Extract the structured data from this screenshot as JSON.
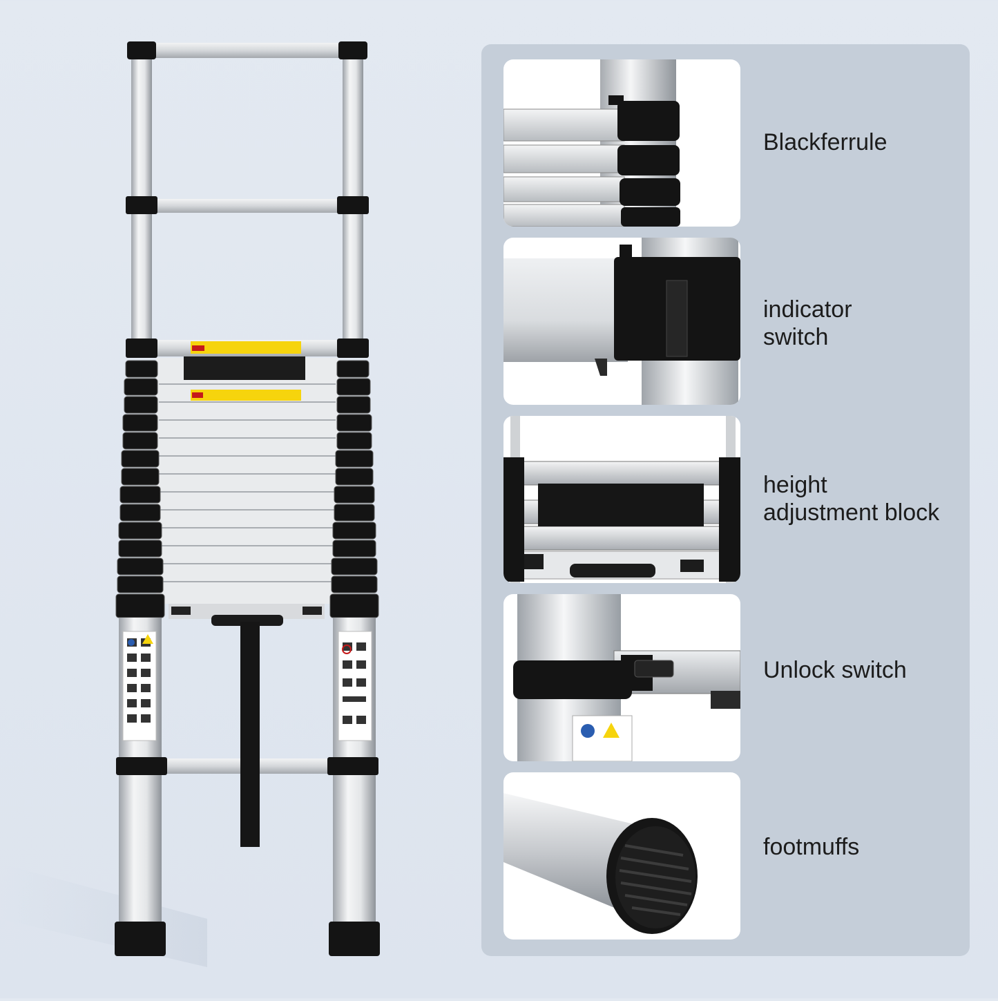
{
  "features": [
    {
      "label": "Blackferrule",
      "icon": "ferrule-closeup"
    },
    {
      "label": "indicator\nswitch",
      "icon": "indicator-switch-closeup"
    },
    {
      "label": "height\nadjustment block",
      "icon": "adjustment-block-closeup"
    },
    {
      "label": "Unlock switch",
      "icon": "unlock-switch-closeup"
    },
    {
      "label": "footmuffs",
      "icon": "footmuff-closeup"
    }
  ],
  "colors": {
    "background": "#e3e9f1",
    "panel": "#c5ced9",
    "aluminum": "#d8dadd",
    "plastic_black": "#141414",
    "warning_yellow": "#f6d40d"
  }
}
